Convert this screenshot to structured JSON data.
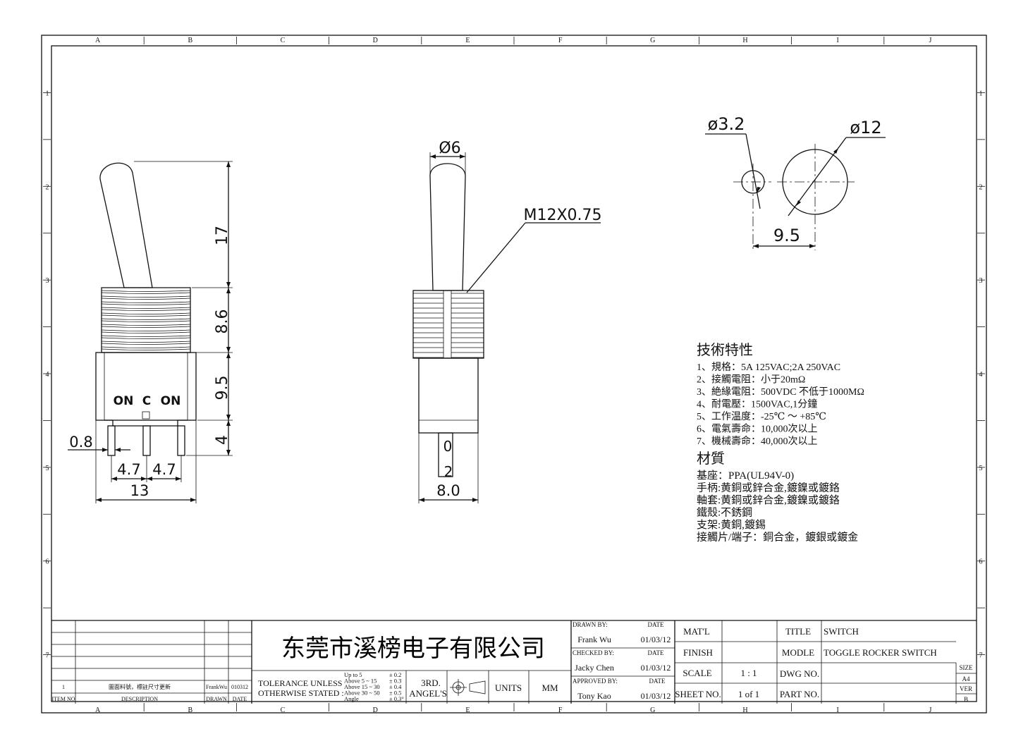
{
  "grid": {
    "cols": [
      "A",
      "B",
      "C",
      "D",
      "E",
      "F",
      "G",
      "H",
      "I",
      "J"
    ],
    "rows": [
      "1",
      "2",
      "3",
      "4",
      "5",
      "6",
      "7"
    ]
  },
  "side_view": {
    "dim_17": "17",
    "dim_86": "8.6",
    "dim_95": "9.5",
    "dim_4": "4",
    "dim_08": "0.8",
    "dim_47a": "4.7",
    "dim_47b": "4.7",
    "dim_13": "13",
    "label_on_left": "ON",
    "label_c": "C",
    "label_on_right": "ON"
  },
  "front_view": {
    "dim_06": "Ø6",
    "thread": "M12X0.75",
    "dim_0": "0",
    "dim_2": "2",
    "dim_80": "8.0"
  },
  "panel_cutout": {
    "dia_small": "ø3.2",
    "dia_large": "ø12",
    "spacing": "9.5"
  },
  "specs": {
    "tech_title": "技術特性",
    "tech_items": [
      "1、規格：5A 125VAC;2A 250VAC",
      "2、接觸電阻：小于20mΩ",
      "3、絶緣電阻：500VDC 不低于1000MΩ",
      "4、耐電壓：1500VAC,1分鐘",
      "5、工作温度：-25℃ ～ +85℃",
      "6、電氣壽命：10,000次以上",
      "7、機械壽命：40,000次以上"
    ],
    "mat_title": "材質",
    "mat_items": [
      "基座：PPA(UL94V-0)",
      "手柄:黄銅或鋅合金,鍍鎳或鍍鉻",
      "軸套:黄銅或鋅合金,鍍鎳或鍍鉻",
      "鐵殼:不銹鋼",
      "支架:黄銅,鍍錫",
      "接觸片/端子：銅合金，鍍銀或鍍金"
    ]
  },
  "revision": {
    "item_no": "1",
    "description": "圖面料號，標註尺寸更新",
    "drawn": "FrankWu",
    "date": "010312",
    "hdr_item": "ITEM NO",
    "hdr_desc": "DESCRIPTION",
    "hdr_drawn": "DRAWN",
    "hdr_date": "DATE"
  },
  "title_block": {
    "company": "东莞市溪榜电子有限公司",
    "tolerance_label1": "TOLERANCE UNLESS",
    "tolerance_label2": "OTHERWISE STATED :",
    "tol_ranges": [
      "Up  to  5",
      "Above 5   ~ 15",
      "Above 15 ~ 30",
      "Above 30 ~ 50",
      "Angle"
    ],
    "tol_values": [
      "± 0.2",
      "± 0.3",
      "± 0.4",
      "± 0.5",
      "± 0.3°"
    ],
    "projection1": "3RD.",
    "projection2": "ANGEL'S",
    "units_label": "UNITS",
    "units_value": "MM",
    "drawn_by_label": "DRAWN BY:",
    "drawn_by": "Frank Wu",
    "drawn_date_label": "DATE",
    "drawn_date": "01/03/12",
    "checked_by_label": "CHECKED BY:",
    "checked_by": "Jacky Chen",
    "checked_date_label": "DATE",
    "checked_date": "01/03/12",
    "approved_by_label": "APPROVED BY:",
    "approved_by": "Tony Kao",
    "approved_date_label": "DATE",
    "approved_date": "01/03/12",
    "matl_label": "MAT'L",
    "matl_value": "",
    "finish_label": "FINISH",
    "finish_value": "",
    "scale_label": "SCALE",
    "scale_value": "1 : 1",
    "sheet_label": "SHEET NO.",
    "sheet_value": "1 of 1",
    "title_label": "TITLE",
    "title_value": "SWITCH",
    "model_label": "MODLE",
    "model_value": "TOGGLE ROCKER SWITCH",
    "dwg_label": "DWG NO.",
    "dwg_value": "",
    "part_label": "PART NO.",
    "part_value": "",
    "size_label": "SIZE",
    "size_value": "A4",
    "ver_label": "VER",
    "ver_value": "B"
  }
}
